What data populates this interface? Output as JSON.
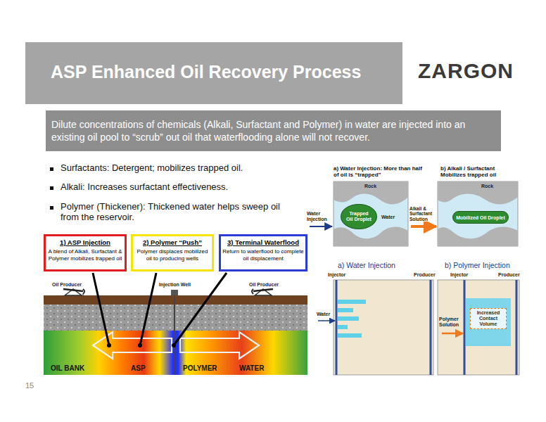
{
  "diagram": {
    "title": "ASP Enhanced Oil Recovery Process",
    "nodes": [
      {
        "text": [
          "Dilute concentrations of chemicals (Alkali, Surfactant and Polymer) in water are injected into an existing oil pool to “scrub” out oil that waterflooding alone will not recover."
        ]
      },
      {
        "text": [
          "1) ASP Injection",
          "A blend of Alkali, Surfactant & Polymer mobilizes trapped oil"
        ]
      },
      {
        "text": [
          "2) Polymer “Push”",
          "Polymer displaces mobilized oil to producing wells"
        ]
      },
      {
        "text": [
          "3) Terminal Waterflood",
          "Return to waterflood to complete oil displacement"
        ]
      },
      {
        "text": [
          "Trapped Oil Droplet"
        ]
      },
      {
        "text": [
          "Mobilized Oil Droplet"
        ]
      },
      {
        "text": [
          "Increased Contact Volume"
        ]
      }
    ],
    "labels": [
      "ZARGON",
      "Surfactants:  Detergent; mobilizes trapped oil.",
      "Alkali:  Increases surfactant effectiveness.",
      "Polymer (Thickener): Thickened water helps sweep oil from the reservoir.",
      "Oil Producer",
      "Injection Well",
      "Oil Producer",
      "OIL BANK",
      "ASP",
      "POLYMER",
      "WATER",
      "a) Water Injection: More than half of oil is “trapped”",
      "b) Alkali / Surfactant Mobilizes trapped oil",
      "Rock",
      "Rock",
      "Water Injection",
      "Water",
      "Alkali & Surfactant Solution",
      "a) Water Injection",
      "b) Polymer Injection",
      "Injector",
      "Producer",
      "Injector",
      "Producer",
      "Water",
      "Polymer Solution",
      "15"
    ]
  }
}
